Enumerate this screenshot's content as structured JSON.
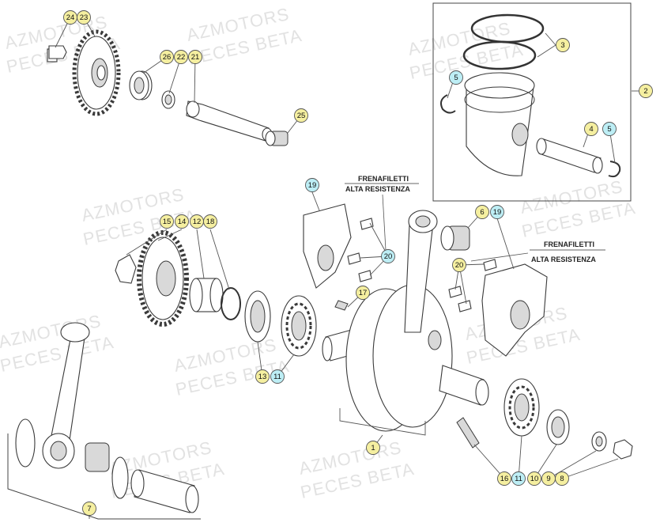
{
  "watermarks": [
    "AZMOTORS",
    "PECES BETA"
  ],
  "notes": {
    "thread_lock_1_line1": "FRENAFILETTI",
    "thread_lock_1_line2": "ALTA RESISTENZA",
    "thread_lock_2_line1": "FRENAFILETTI",
    "thread_lock_2_line2": "ALTA RESISTENZA"
  },
  "balloon_colors": {
    "yellow": "#f5efa0",
    "cyan": "#bdeef5"
  },
  "callouts": [
    {
      "id": "c24",
      "num": "24",
      "color": "yellow"
    },
    {
      "id": "c23",
      "num": "23",
      "color": "yellow"
    },
    {
      "id": "c26",
      "num": "26",
      "color": "yellow"
    },
    {
      "id": "c22",
      "num": "22",
      "color": "yellow"
    },
    {
      "id": "c21",
      "num": "21",
      "color": "yellow"
    },
    {
      "id": "c25",
      "num": "25",
      "color": "yellow"
    },
    {
      "id": "c3",
      "num": "3",
      "color": "yellow"
    },
    {
      "id": "c2",
      "num": "2",
      "color": "yellow"
    },
    {
      "id": "c5a",
      "num": "5",
      "color": "cyan"
    },
    {
      "id": "c4",
      "num": "4",
      "color": "yellow"
    },
    {
      "id": "c5b",
      "num": "5",
      "color": "cyan"
    },
    {
      "id": "c19a",
      "num": "19",
      "color": "cyan"
    },
    {
      "id": "c6",
      "num": "6",
      "color": "yellow"
    },
    {
      "id": "c19b",
      "num": "19",
      "color": "cyan"
    },
    {
      "id": "c15",
      "num": "15",
      "color": "yellow"
    },
    {
      "id": "c14",
      "num": "14",
      "color": "yellow"
    },
    {
      "id": "c12",
      "num": "12",
      "color": "yellow"
    },
    {
      "id": "c18",
      "num": "18",
      "color": "yellow"
    },
    {
      "id": "c20a",
      "num": "20",
      "color": "cyan"
    },
    {
      "id": "c20b",
      "num": "20",
      "color": "yellow"
    },
    {
      "id": "c17",
      "num": "17",
      "color": "yellow"
    },
    {
      "id": "c13",
      "num": "13",
      "color": "yellow"
    },
    {
      "id": "c11a",
      "num": "11",
      "color": "cyan"
    },
    {
      "id": "c1",
      "num": "1",
      "color": "yellow"
    },
    {
      "id": "c7",
      "num": "7",
      "color": "yellow"
    },
    {
      "id": "c16",
      "num": "16",
      "color": "yellow"
    },
    {
      "id": "c11b",
      "num": "11",
      "color": "cyan"
    },
    {
      "id": "c10",
      "num": "10",
      "color": "yellow"
    },
    {
      "id": "c9",
      "num": "9",
      "color": "yellow"
    },
    {
      "id": "c8",
      "num": "8",
      "color": "yellow"
    }
  ]
}
